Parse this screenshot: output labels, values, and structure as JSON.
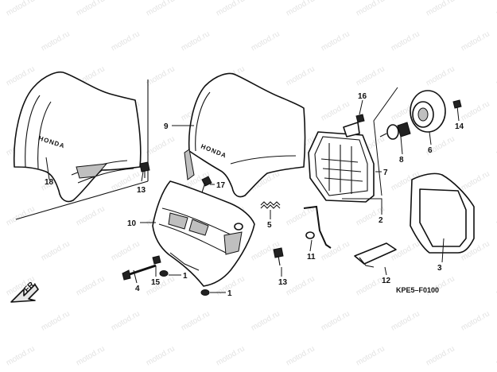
{
  "diagram": {
    "drawing_code": "KPE5–F0100",
    "direction_label": "FR.",
    "brand_marking": "HONDA",
    "watermark": "motod.ru",
    "callouts": [
      "1",
      "1",
      "2",
      "3",
      "4",
      "5",
      "6",
      "7",
      "8",
      "9",
      "10",
      "11",
      "12",
      "13",
      "13",
      "14",
      "15",
      "16",
      "17",
      "18"
    ]
  }
}
